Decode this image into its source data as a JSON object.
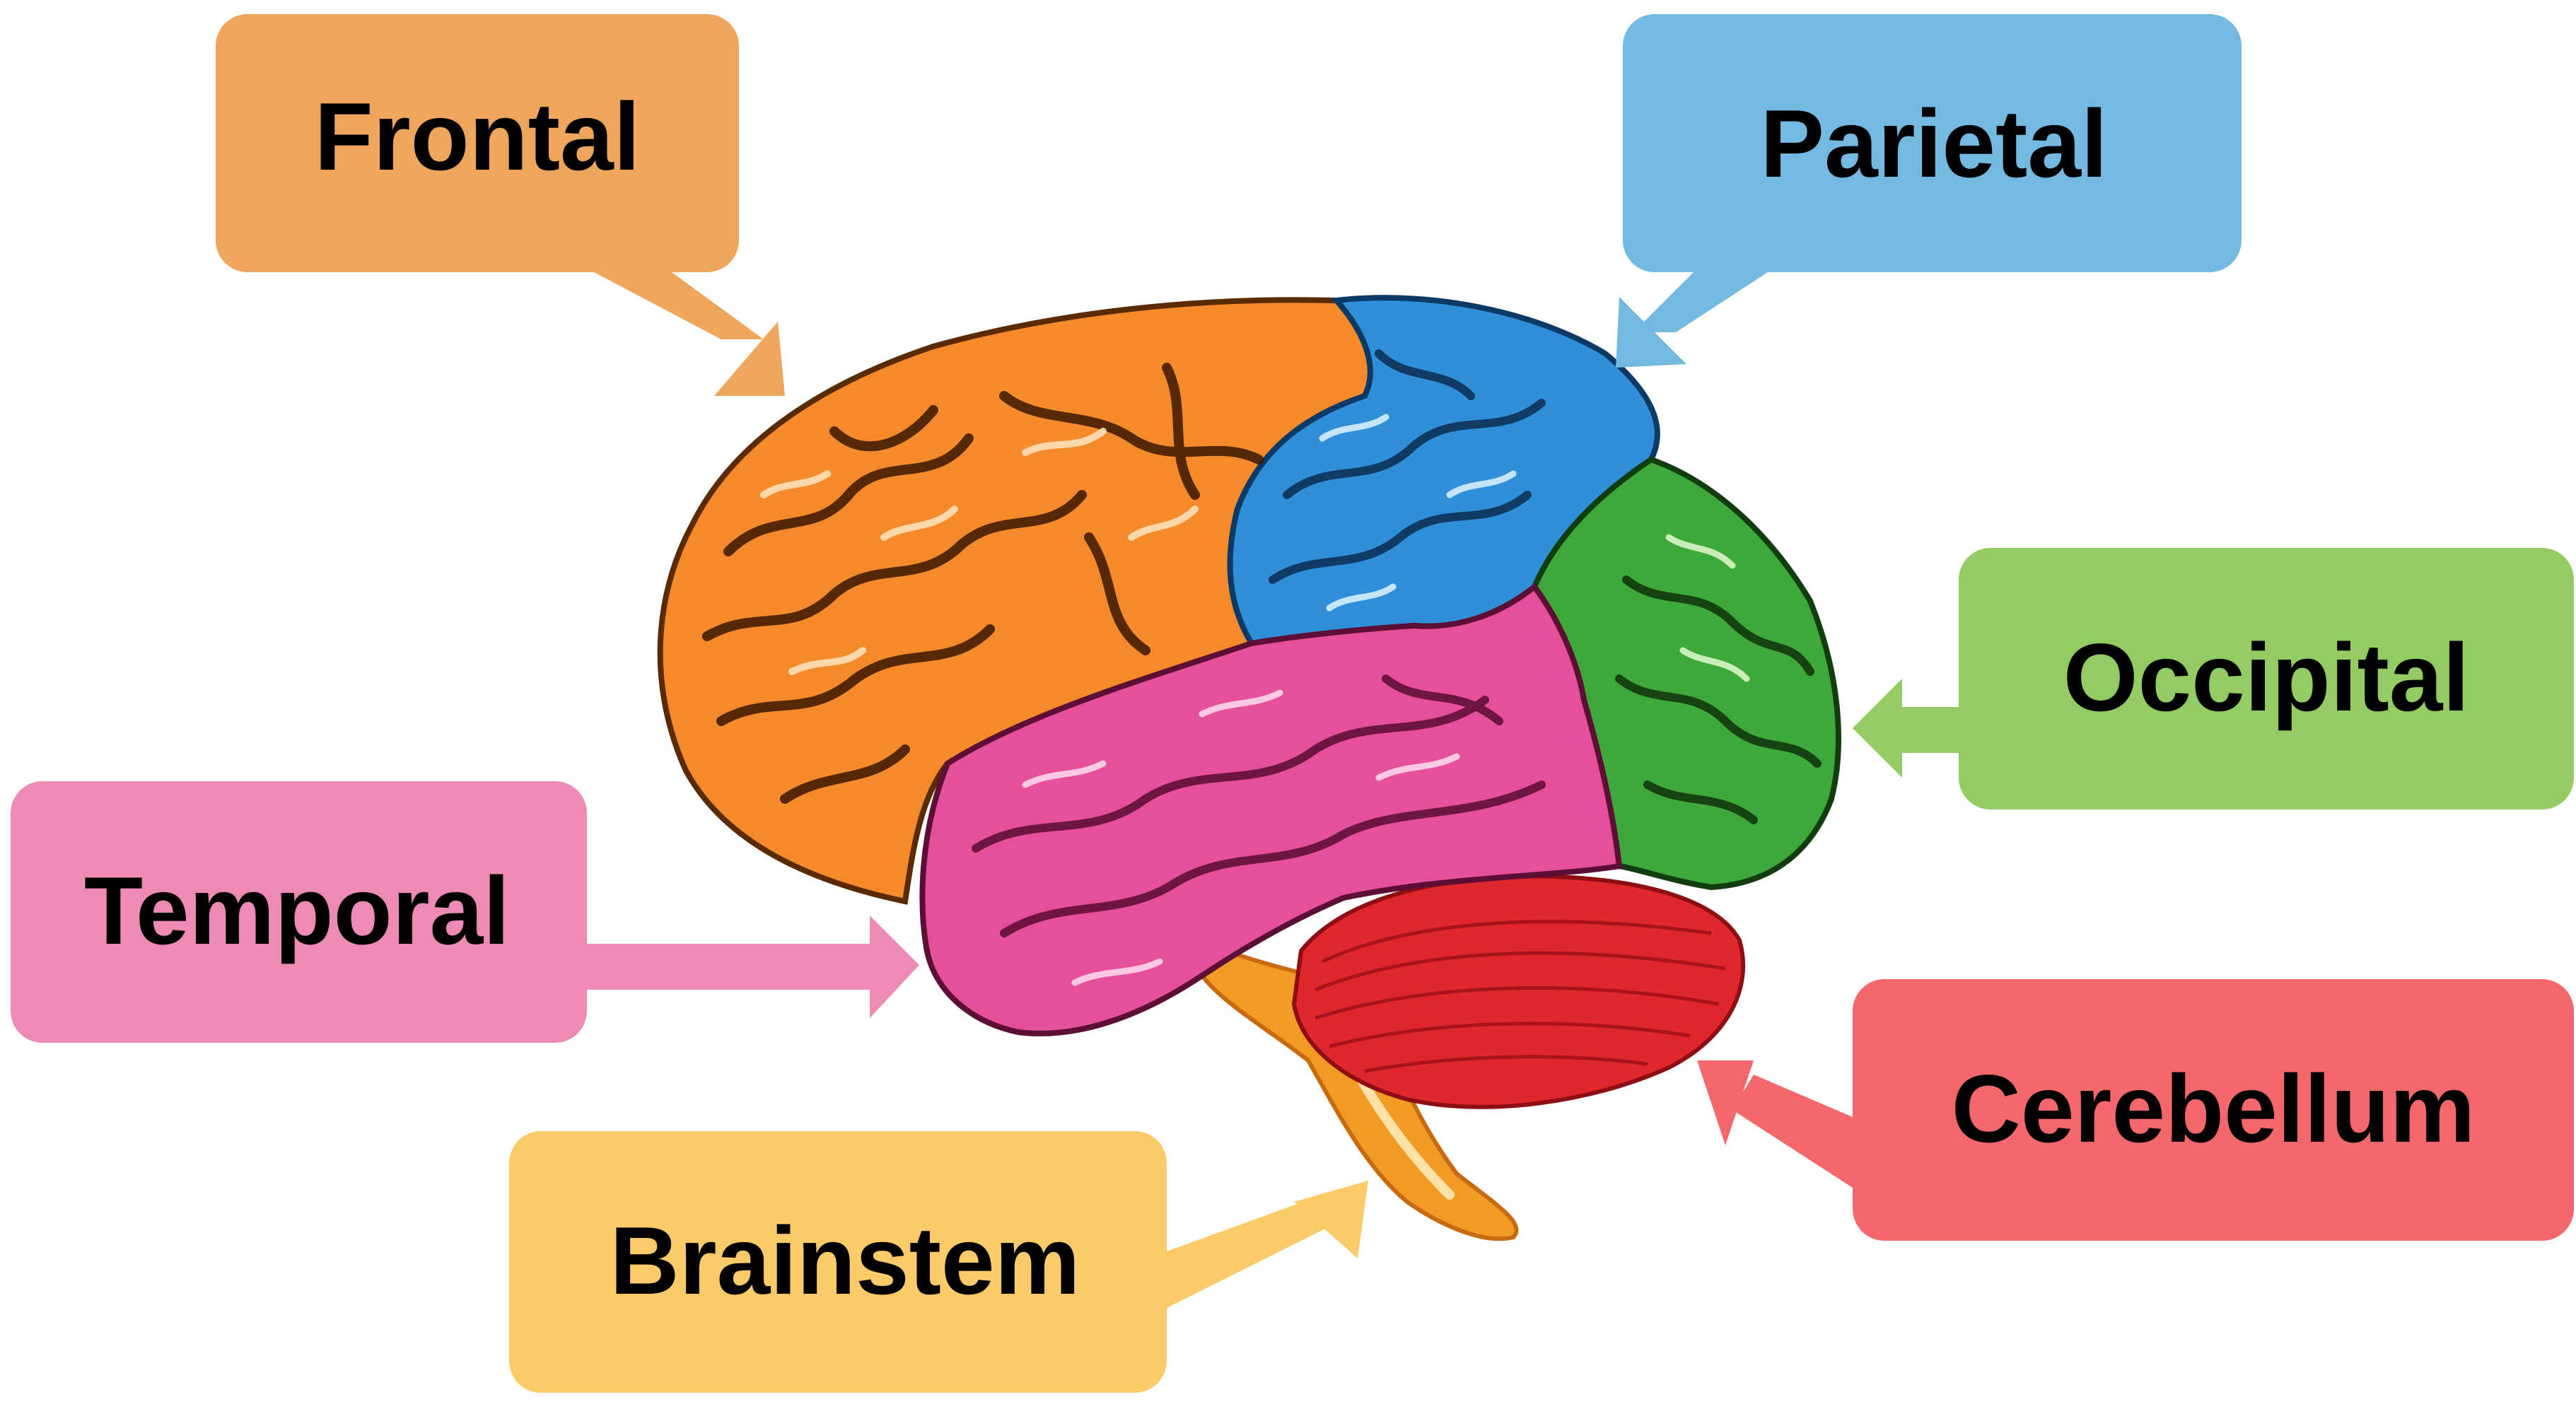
{
  "labels": {
    "frontal": "Frontal",
    "parietal": "Parietal",
    "occipital": "Occipital",
    "temporal": "Temporal",
    "cerebellum": "Cerebellum",
    "brainstem": "Brainstem"
  },
  "colors": {
    "frontal_box": "#EDA65C",
    "parietal_box": "#73B9E0",
    "occipital_box": "#92CC62",
    "temporal_box": "#EE8BB5",
    "cerebellum_box": "#F4676A",
    "brainstem_box": "#FCCB69",
    "frontal_lobe": "#F58A2A",
    "parietal_lobe": "#2F8FD8",
    "occipital_lobe": "#3FA83A",
    "temporal_lobe": "#E6509A",
    "cerebellum_lobe": "#E0272E",
    "brainstem_lobe": "#F39A24"
  }
}
